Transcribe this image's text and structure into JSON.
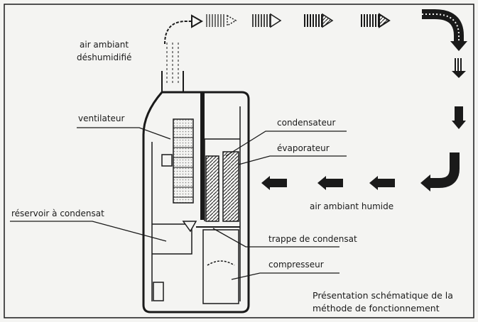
{
  "labels": {
    "air_dehumidified_line1": "air ambiant",
    "air_dehumidified_line2": "déshumidifié",
    "fan": "ventilateur",
    "condenser": "condensateur",
    "evaporator": "évaporateur",
    "humid_air": "air ambiant humide",
    "reservoir": "réservoir à condensat",
    "trap": "trappe de condensat",
    "compressor": "compresseur"
  },
  "caption": {
    "line1": "Présentation schématique de la",
    "line2": "méthode de fonctionnement"
  },
  "colors": {
    "ink": "#1a1a1a",
    "background": "#f4f4f2"
  }
}
